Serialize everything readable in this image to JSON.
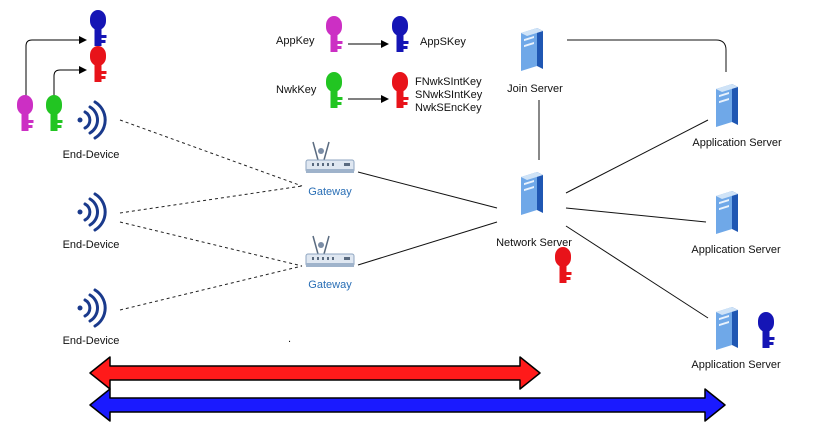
{
  "labels": {
    "end_device_1": "End-Device",
    "end_device_2": "End-Device",
    "end_device_3": "End-Device",
    "gateway_1": "Gateway",
    "gateway_2": "Gateway",
    "network_server": "Network Server",
    "join_server": "Join Server",
    "app_server_1": "Application Server",
    "app_server_2": "Application Server",
    "app_server_3": "Application Server"
  },
  "keys": {
    "app_key": "AppKey",
    "apps_key": "AppSKey",
    "nwk_key": "NwkKey",
    "fnwk_sint_key": "FNwkSIntKey",
    "snwk_sint_key": "SNwkSIntKey",
    "nwk_senc_key": "NwkSEncKey",
    "stray_dot": "."
  },
  "colors": {
    "key_blue": "#1515b5",
    "key_red": "#e8131a",
    "key_magenta": "#cc2fc4",
    "key_green": "#22c522",
    "wave_blue": "#1a3a8c",
    "gateway_label": "#2a6fb6",
    "arrow_red": "#ff1a1a",
    "arrow_blue": "#1a1aff"
  }
}
